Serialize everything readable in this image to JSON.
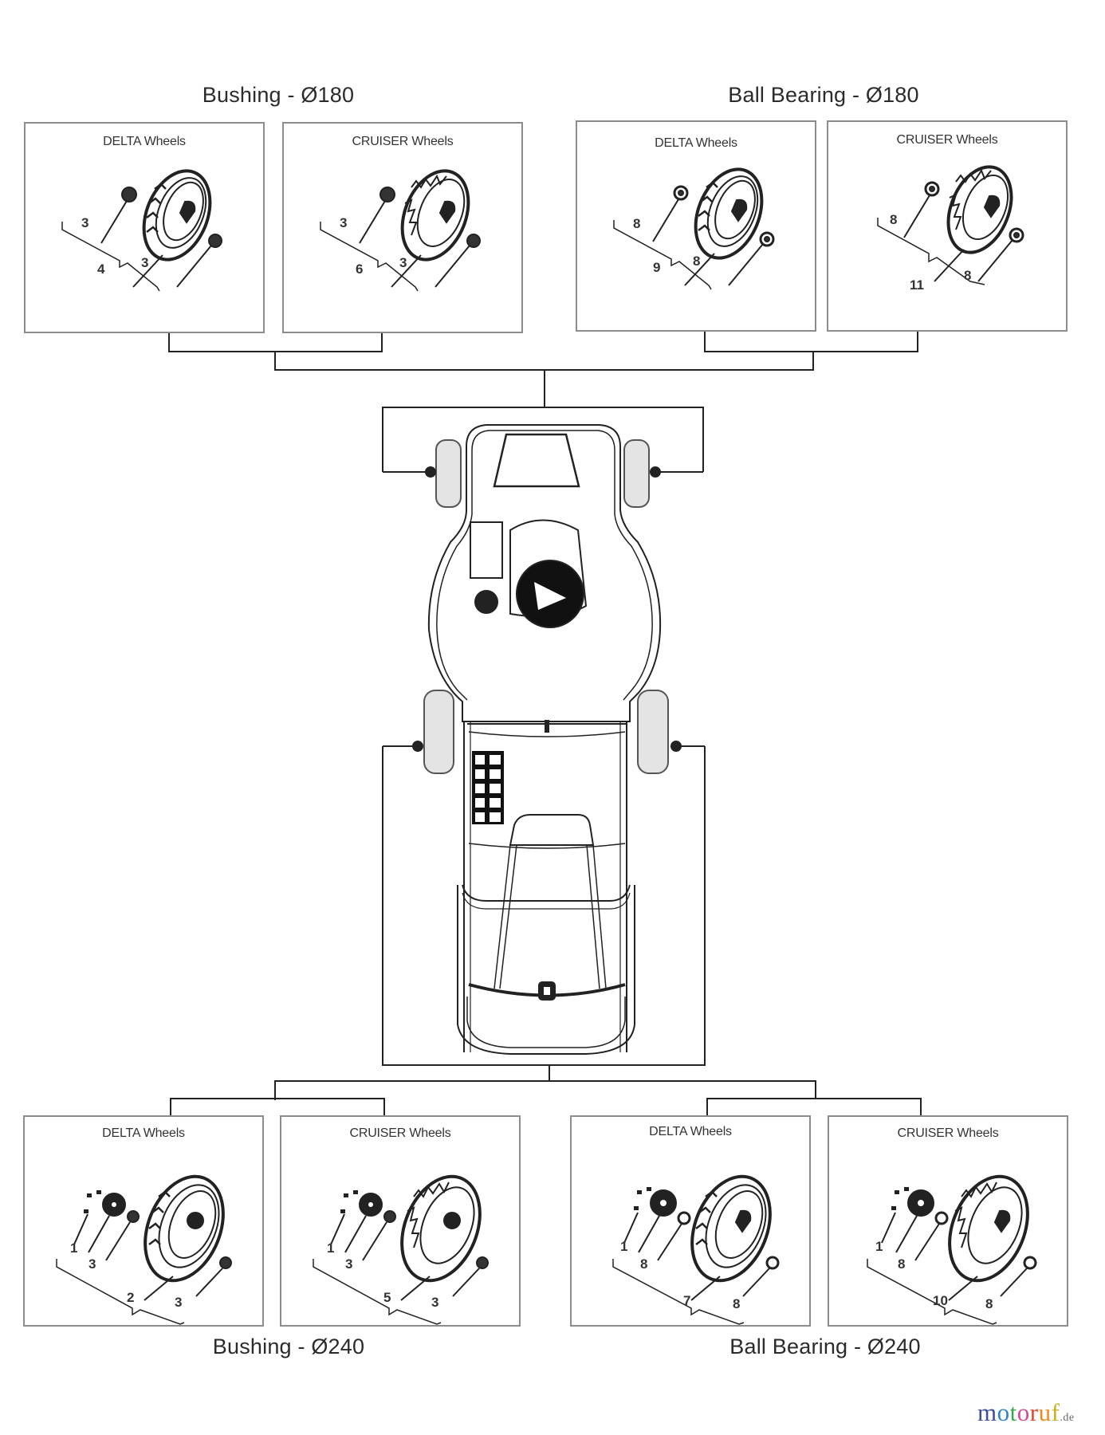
{
  "diagram": {
    "groups": [
      {
        "id": "bushing-180",
        "title": "Bushing - Ø180",
        "position": "top-left",
        "panels": [
          {
            "title": "DELTA Wheels",
            "wheel_type": "delta",
            "hub": "bushing",
            "callouts": [
              "3",
              "3",
              "4"
            ]
          },
          {
            "title": "CRUISER Wheels",
            "wheel_type": "cruiser",
            "hub": "bushing",
            "callouts": [
              "3",
              "3",
              "6"
            ]
          }
        ]
      },
      {
        "id": "ball-bearing-180",
        "title": "Ball Bearing - Ø180",
        "position": "top-right",
        "panels": [
          {
            "title": "DELTA Wheels",
            "wheel_type": "delta",
            "hub": "ball-bearing",
            "callouts": [
              "8",
              "8",
              "9"
            ]
          },
          {
            "title": "CRUISER Wheels",
            "wheel_type": "cruiser",
            "hub": "ball-bearing",
            "callouts": [
              "8",
              "8",
              "11"
            ]
          }
        ]
      },
      {
        "id": "bushing-240",
        "title": "Bushing - Ø240",
        "position": "bottom-left",
        "panels": [
          {
            "title": "DELTA Wheels",
            "wheel_type": "delta",
            "hub": "bushing",
            "callouts": [
              "1",
              "3",
              "3",
              "2"
            ]
          },
          {
            "title": "CRUISER Wheels",
            "wheel_type": "cruiser",
            "hub": "bushing",
            "callouts": [
              "1",
              "3",
              "3",
              "5"
            ]
          }
        ]
      },
      {
        "id": "ball-bearing-240",
        "title": "Ball Bearing - Ø240",
        "position": "bottom-right",
        "panels": [
          {
            "title": "DELTA Wheels",
            "wheel_type": "delta",
            "hub": "ball-bearing",
            "callouts": [
              "1",
              "8",
              "8",
              "7"
            ]
          },
          {
            "title": "CRUISER Wheels",
            "wheel_type": "cruiser",
            "hub": "ball-bearing",
            "callouts": [
              "1",
              "8",
              "8",
              "10"
            ]
          }
        ]
      }
    ],
    "center": {
      "subject": "lawn-mower-top-view",
      "front_wheels_link": "top groups (Ø180)",
      "rear_wheels_link": "bottom groups (Ø240)"
    }
  },
  "colors": {
    "line": "#222222",
    "panel_border": "#8c8c8c",
    "wheel_fill": "#e4e4e4"
  },
  "watermark": {
    "letters": [
      {
        "ch": "m",
        "color": "#3b4ea3"
      },
      {
        "ch": "o",
        "color": "#2f86c4"
      },
      {
        "ch": "t",
        "color": "#3aa64a"
      },
      {
        "ch": "o",
        "color": "#d9488f"
      },
      {
        "ch": "r",
        "color": "#e0452f"
      },
      {
        "ch": "u",
        "color": "#f08a1c"
      },
      {
        "ch": "f",
        "color": "#c9b21e"
      }
    ],
    "tld": ".de"
  }
}
